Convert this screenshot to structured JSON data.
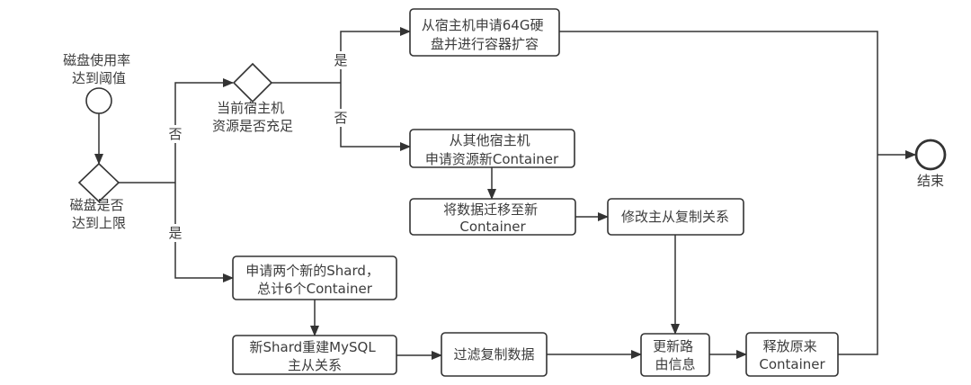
{
  "diagram": {
    "type": "flowchart",
    "start": {
      "label": [
        "磁盘使用率",
        "达到阈值"
      ]
    },
    "decisions": {
      "disk_limit": {
        "label": [
          "磁盘是否",
          "达到上限"
        ]
      },
      "host_resources": {
        "label": [
          "当前宿主机",
          "资源是否充足"
        ]
      }
    },
    "tasks": {
      "expand_disk": {
        "label": [
          "从宿主机申请64G硬",
          "盘并进行容器扩容"
        ]
      },
      "new_container": {
        "label": [
          "从其他宿主机",
          "申请资源新Container"
        ]
      },
      "migrate_data": {
        "label": [
          "将数据迁移至新",
          "Container"
        ]
      },
      "modify_replication": {
        "label": [
          "修改主从复制关系"
        ]
      },
      "apply_shards": {
        "label": [
          "申请两个新的Shard，",
          "总计6个Container"
        ]
      },
      "rebuild_mysql": {
        "label": [
          "新Shard重建MySQL",
          "主从关系"
        ]
      },
      "filter_data": {
        "label": [
          "过滤复制数据"
        ]
      },
      "update_route": {
        "label": [
          "更新路",
          "由信息"
        ]
      },
      "release_container": {
        "label": [
          "释放原来",
          "Container"
        ]
      }
    },
    "end": {
      "label": "结束"
    },
    "edge_labels": {
      "disk_limit_no": "否",
      "disk_limit_yes": "是",
      "host_resources_yes": "是",
      "host_resources_no": "否"
    }
  }
}
